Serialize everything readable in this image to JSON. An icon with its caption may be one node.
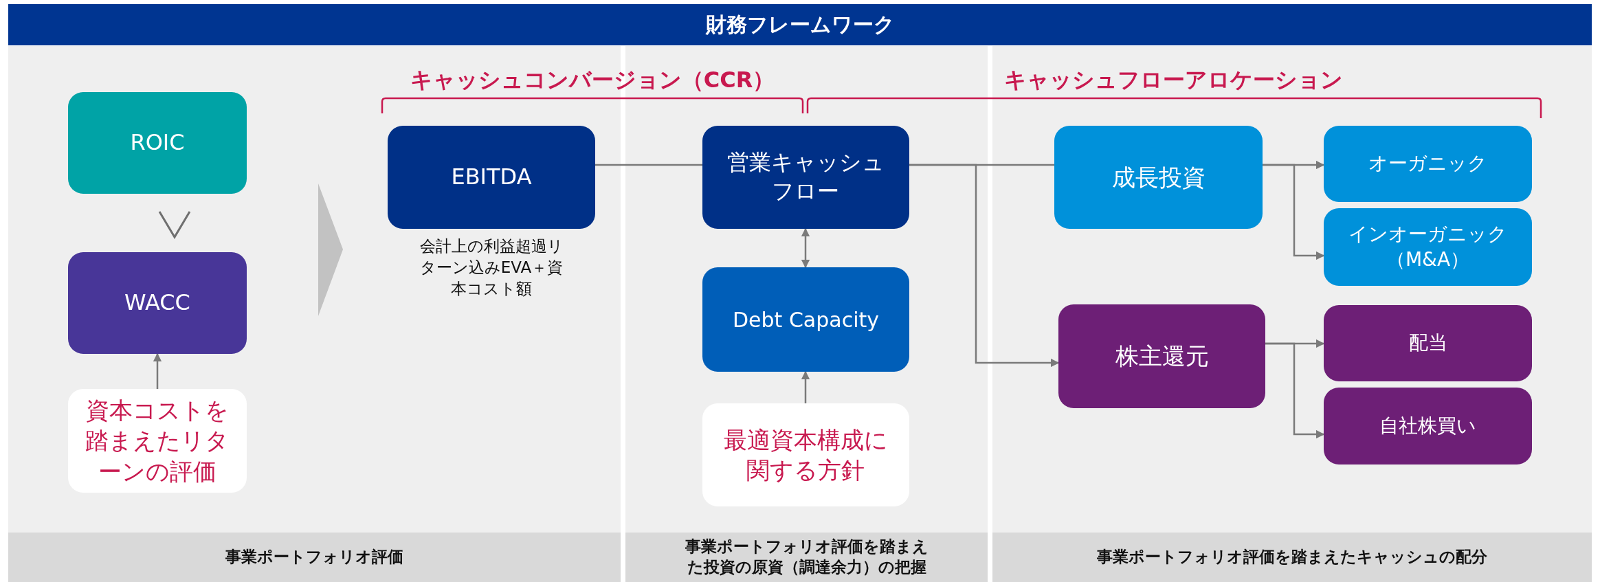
{
  "diagram": {
    "title": "財務フレームワーク",
    "nodes": [
      {
        "text": [
          "ROIC"
        ]
      },
      {
        "text": [
          "WACC"
        ]
      },
      {
        "text": [
          "資本コストを踏まえたリターンの評価"
        ]
      },
      {
        "text": [
          "EBITDA"
        ],
        "beside": [
          "会計上の利益超過リターン込みEVA＋資本コスト額"
        ]
      },
      {
        "text": [
          "営業キャッシュフロー"
        ]
      },
      {
        "text": [
          "Debt Capacity"
        ]
      },
      {
        "text": [
          "最適資本構成に関する方針"
        ]
      },
      {
        "text": [
          "成長投資"
        ]
      },
      {
        "text": [
          "株主還元"
        ]
      },
      {
        "text": [
          "オーガニック"
        ]
      },
      {
        "text": [
          "インオーガニック（M&A）"
        ]
      },
      {
        "text": [
          "配当"
        ]
      },
      {
        "text": [
          "自社株買い"
        ]
      }
    ],
    "edges": [
      {
        "from": 3,
        "to": 4,
        "arrow": "none"
      },
      {
        "from": 4,
        "to": 5,
        "arrow": "both"
      },
      {
        "from": 6,
        "to": 5,
        "arrow": "to"
      },
      {
        "from": 4,
        "to": 7,
        "arrow": "none"
      },
      {
        "from": 4,
        "to": 8,
        "arrow": "to"
      },
      {
        "from": 7,
        "to": 9,
        "arrow": "to"
      },
      {
        "from": 7,
        "to": 10,
        "arrow": "to"
      },
      {
        "from": 8,
        "to": 11,
        "arrow": "to"
      },
      {
        "from": 8,
        "to": 12,
        "arrow": "to"
      },
      {
        "from": 2,
        "to": 1,
        "arrow": "to"
      }
    ],
    "labels": [
      "キャッシュコンバージョン（CCR）",
      "キャッシュフローアロケーション",
      "事業ポートフォリオ評価",
      "事業ポートフォリオ評価を踏まえた投資の原資（調達余力）の把握",
      "事業ポートフォリオ評価を踏まえたキャッシュの配分"
    ]
  }
}
